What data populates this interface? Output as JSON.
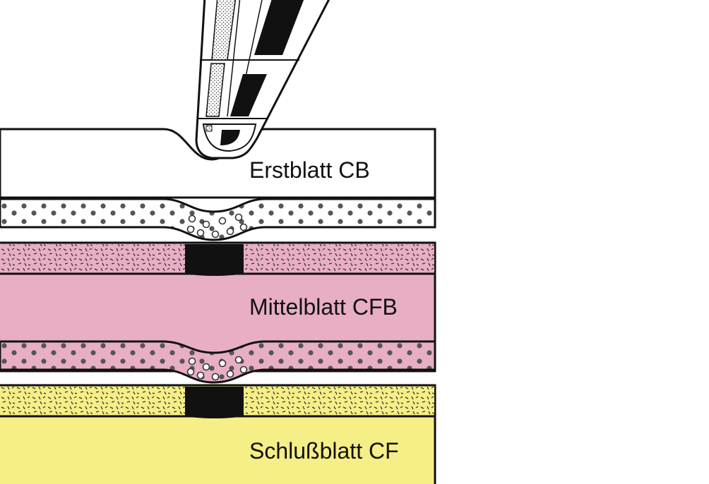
{
  "colors": {
    "paper_white": "#ffffff",
    "pink": "#e8aec6",
    "yellow": "#f6ee87",
    "outline": "#111111",
    "dot": "#555555",
    "ink": "#111111"
  },
  "pen": {
    "icon": "ballpoint-pen-tip-icon"
  },
  "layers": [
    {
      "id": "top",
      "label": "Erstblatt CB",
      "fill": "white"
    },
    {
      "id": "middle",
      "label": "Mittelblatt CFB",
      "fill": "pink"
    },
    {
      "id": "bottom",
      "label": "Schlußblatt CF",
      "fill": "yellow"
    }
  ]
}
